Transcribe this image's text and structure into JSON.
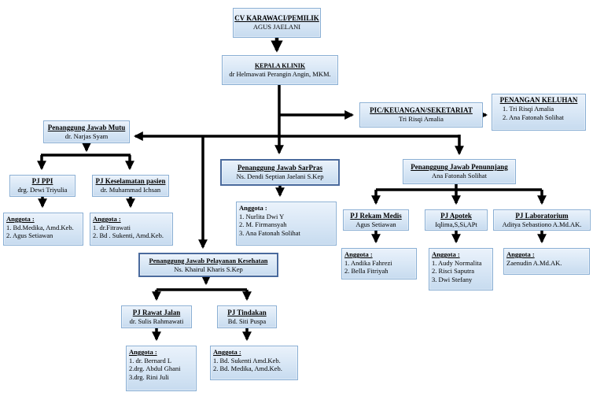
{
  "colors": {
    "box_fill": "#d7e6f5",
    "box_border": "#8aafd4",
    "box_border_strong": "#4a6a9d",
    "connector": "#000000",
    "text": "#000000",
    "background": "#ffffff"
  },
  "nodes": {
    "owner": {
      "title": "CV KARAWACI/PEMILIK",
      "name": "AGUS JAELANI"
    },
    "kepala": {
      "title": "KEPALA KLINIK",
      "name": "dr Helmawati Perangin Angin, MKM."
    },
    "pic": {
      "title": "PIC/KEUANGAN/SEKETARIAT",
      "name": "Tri Risqi Amalia"
    },
    "keluhan": {
      "title": "PENANGAN KELUHAN",
      "members": [
        "1.  Tri Risqi Amalia",
        "2.  Ana Fatonah Solihat"
      ]
    },
    "mutu": {
      "title": "Penanggung Jawab Mutu",
      "name": "dr. Narjas Syam"
    },
    "ppi": {
      "title": "PJ PPI",
      "name": "drg. Dewi Triyulia"
    },
    "keselamatan": {
      "title": "PJ Keselamatan pasien",
      "name": "dr. Muhammad Ichsan"
    },
    "anggota_ppi": {
      "title": "Anggota :",
      "members": [
        "1. Bd.Medika, Amd.Keb.",
        "2. Agus Setiawan"
      ]
    },
    "anggota_keselamatan": {
      "title": "Anggota :",
      "members": [
        "1. dr.Fitrawati",
        "2. Bd . Sukenti, Amd.Keb."
      ]
    },
    "sarpras": {
      "title": "Penanggung Jawab SarPras",
      "name": "Ns. Dendi Septian Jaelani S.Kep"
    },
    "anggota_sarpras": {
      "title": "Anggota :",
      "members": [
        "1. Nurlita Dwi Y",
        "2. M. Firmansyah",
        "3. Ana Fatonah Solihat"
      ]
    },
    "penunjang": {
      "title": "Penanggung Jawab Penunnjang",
      "name": "Ana Fatonah Solihat"
    },
    "rekam_medis": {
      "title": "PJ Rekam Medis",
      "name": "Agus Setiawan"
    },
    "apotek": {
      "title": "PJ Apotek",
      "name": "Iqlima,S,Si,APt"
    },
    "laboratorium": {
      "title": "PJ Laboratorium",
      "name": "Aditya Sebastiono A.Md.AK."
    },
    "anggota_rekam": {
      "title": "Anggota :",
      "members": [
        "1. Andika Fahrezi",
        "2. Bella Fitriyah"
      ]
    },
    "anggota_apotek": {
      "title": "Anggota :",
      "members": [
        "1. Audy Normalita",
        "2. Risci Saputra",
        "3. Dwi Stefany"
      ]
    },
    "anggota_lab": {
      "title": "Anggota :",
      "members": [
        "Zaenudin A.Md.AK."
      ]
    },
    "pelayanan": {
      "title": "Penanggung Jawab Pelayanan Kesehatan",
      "name": "Ns. Khairul Kharis S.Kep"
    },
    "rawat_jalan": {
      "title": "PJ Rawat Jalan",
      "name": "dr. Sulis Rahmawati"
    },
    "tindakan": {
      "title": "PJ Tindakan",
      "name": "Bd. Siti Puspa"
    },
    "anggota_rawat": {
      "title": "Anggota :",
      "members": [
        "1. dr. Bernard L",
        "2.drg. Abdul Ghani",
        "3.drg. Rini Juli"
      ]
    },
    "anggota_tindakan": {
      "title": "Anggota :",
      "members": [
        "1. Bd. Sukenti Amd.Keb.",
        "2. Bd. Medika, Amd.Keb."
      ]
    }
  }
}
